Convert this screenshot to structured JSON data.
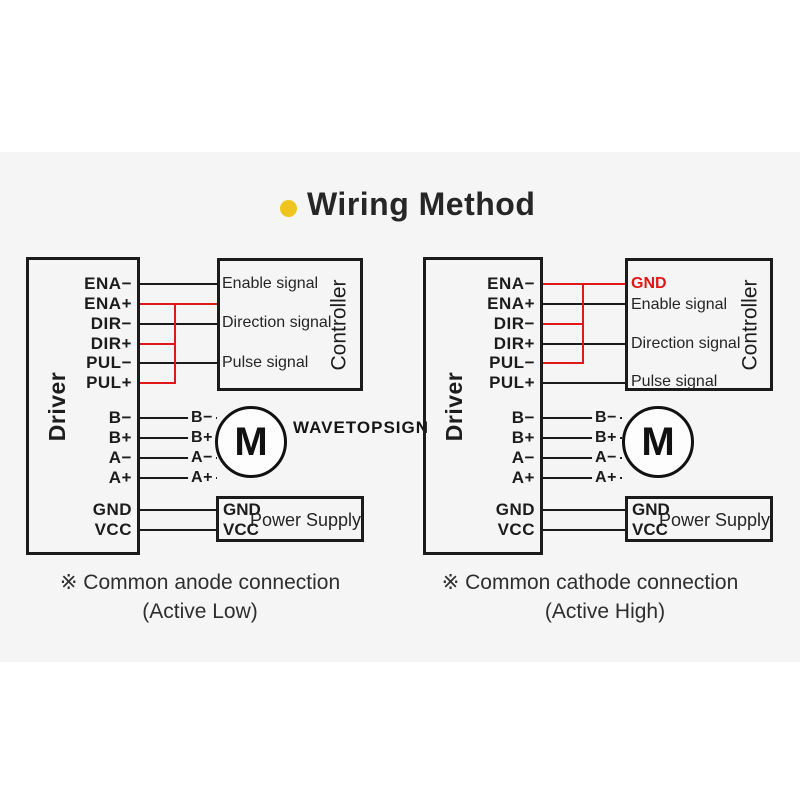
{
  "title": "Wiring Method",
  "brand_watermark": "WAVETOPSIGN",
  "colors": {
    "background_band": "#f5f5f6",
    "wire_black": "#1b1b1b",
    "wire_red": "#e01818",
    "title_dot_yellow": "#f0c41e"
  },
  "diagrams": [
    {
      "name": "common-anode",
      "driver_label": "Driver",
      "controller_label": "Controller",
      "driver_pins": [
        "ENA−",
        "ENA+",
        "DIR−",
        "DIR+",
        "PUL−",
        "PUL+"
      ],
      "motor_pins": [
        "B−",
        "B+",
        "A−",
        "A+"
      ],
      "power_pins": [
        "GND",
        "VCC"
      ],
      "controller_signals": [
        "Enable signal",
        "Direction signal",
        "Pulse signal"
      ],
      "motor_label": "M",
      "power_supply_label": "Power Supply",
      "caption_line1": "※ Common anode connection",
      "caption_line2": "(Active Low)"
    },
    {
      "name": "common-cathode",
      "driver_label": "Driver",
      "controller_label": "Controller",
      "controller_gnd_label": "GND",
      "driver_pins": [
        "ENA−",
        "ENA+",
        "DIR−",
        "DIR+",
        "PUL−",
        "PUL+"
      ],
      "motor_pins": [
        "B−",
        "B+",
        "A−",
        "A+"
      ],
      "power_pins": [
        "GND",
        "VCC"
      ],
      "controller_signals": [
        "Enable signal",
        "Direction signal",
        "Pulse signal"
      ],
      "motor_label": "M",
      "power_supply_label": "Power Supply",
      "caption_line1": "※ Common cathode connection",
      "caption_line2": "(Active High)"
    }
  ]
}
